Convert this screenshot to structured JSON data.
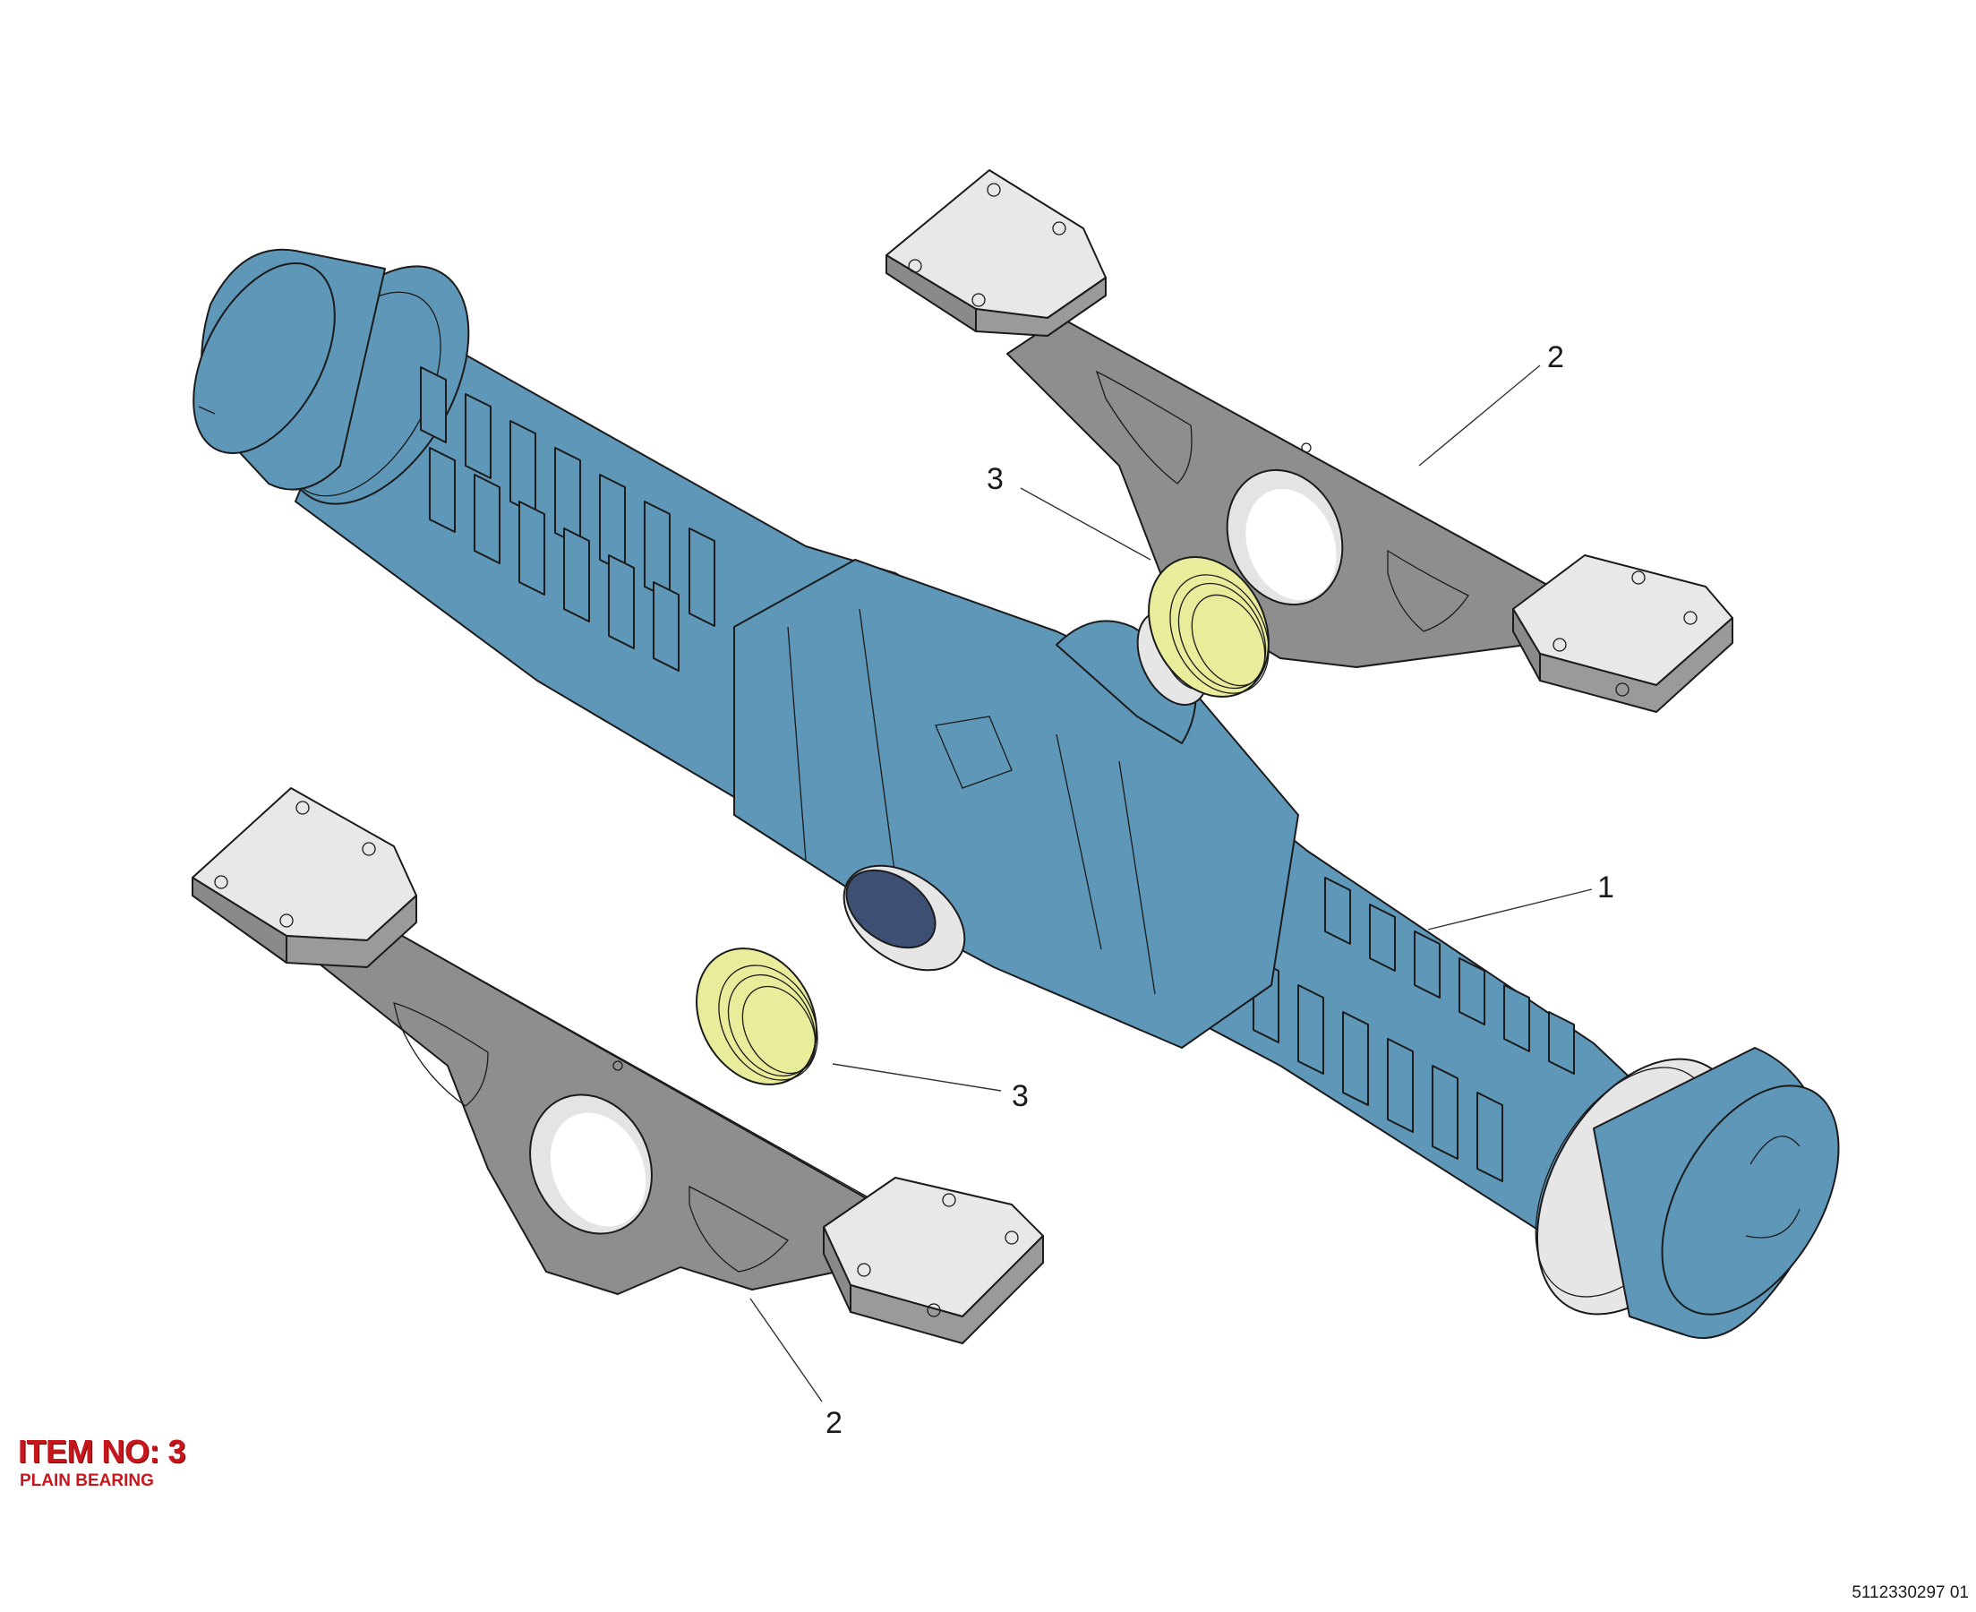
{
  "callouts": {
    "axle_housing": "1",
    "bracket_top": "2",
    "bracket_bottom": "2",
    "bearing_top": "3",
    "bearing_bottom": "3"
  },
  "item_title": "ITEM NO: 3",
  "item_subtitle": "PLAIN BEARING",
  "drawing_number": "5112330297 01",
  "colors": {
    "housing": "#5f97b8",
    "bracket": "#8e8e8e",
    "pad": "#e8e8e8",
    "bearing": "#e9ec9a",
    "title": "#c8161d"
  }
}
